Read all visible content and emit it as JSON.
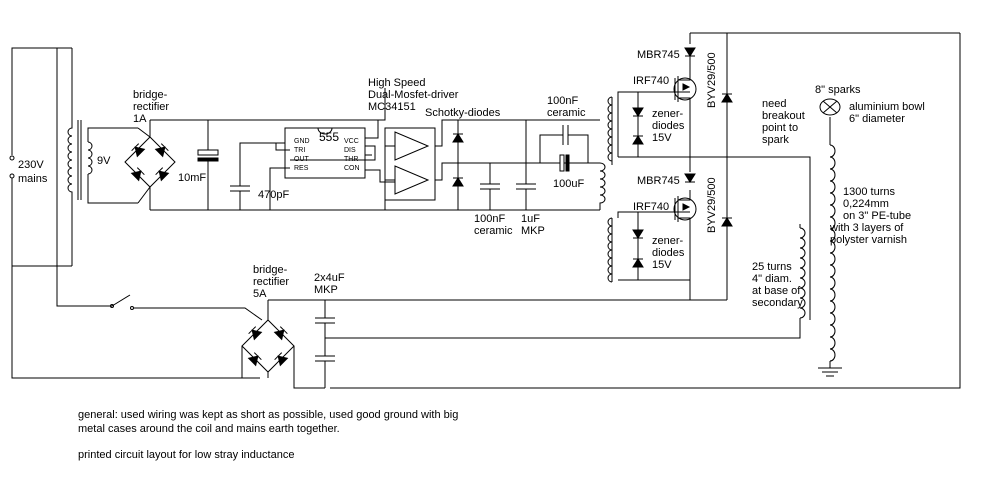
{
  "labels": {
    "mains": [
      "230V",
      "mains"
    ],
    "transformer_secondary": "9V",
    "bridge1": [
      "bridge-",
      "rectifier",
      "1A"
    ],
    "cap_10mf": "10mF",
    "cap_470pf": "470pF",
    "timer": {
      "name": "555",
      "pins_left": [
        "GND",
        "TRI",
        "OUT",
        "RES"
      ],
      "pins_right": [
        "VCC",
        "DIS",
        "THR",
        "CON"
      ]
    },
    "driver": [
      "High Speed",
      "Dual-Mosfet-driver",
      "MC34151"
    ],
    "schottky": "Schotky-diodes",
    "cap_100nf_bottom": [
      "100nF",
      "ceramic"
    ],
    "cap_1uf": [
      "1uF",
      "MKP"
    ],
    "cap_100nf_top": [
      "100nF",
      "ceramic"
    ],
    "cap_100uf": "100uF",
    "mbr_top": "MBR745",
    "mbr_bottom": "MBR745",
    "irf_top": "IRF740",
    "irf_bottom": "IRF740",
    "zener_top": [
      "zener-",
      "diodes",
      "15V"
    ],
    "zener_bottom": [
      "zener-",
      "diodes",
      "15V"
    ],
    "byv_top": "BYV29/500",
    "byv_bottom": "BYV29/500",
    "breakout": [
      "need",
      "breakout",
      "point to",
      "spark"
    ],
    "sparks": "8\" sparks",
    "bowl": [
      "aluminium bowl",
      "6\" diameter"
    ],
    "secondary": [
      "1300 turns",
      "0,224mm",
      "on 3\" PE-tube",
      "with 3 layers of",
      "polyster varnish"
    ],
    "primary": [
      "25 turns",
      "4\" diam.",
      "at base of",
      "secondary"
    ],
    "bridge2": [
      "bridge-",
      "rectifier",
      "5A"
    ],
    "caps_2x4uf": [
      "2x4uF",
      "MKP"
    ]
  },
  "notes": {
    "general_1": "general: used wiring was kept as short as possible, used good ground with big",
    "general_2": "metal cases around the coil and mains earth together.",
    "pcb": "printed circuit layout for low stray inductance"
  }
}
